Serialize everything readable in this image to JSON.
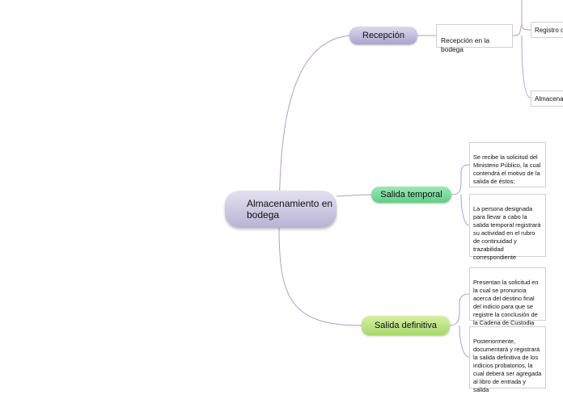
{
  "central": {
    "label": "Almacenamiento en bodega"
  },
  "topics": {
    "recepcion": {
      "label": "Recepción",
      "color": "#b7b1d4",
      "sub": "Recepción en la bodega",
      "sub_children": [
        "Registro c",
        "Almacena"
      ]
    },
    "salida_temporal": {
      "label": "Salida temporal",
      "color": "#6dd690",
      "items": [
        "Se recibe la solicitud del Ministerio Público, la cual contendrá el motivo de la salida de éstos;",
        "La persona designada para llevar a cabo la salida temporal registrará su actividad en el rubro de continuidad y trazabilidad correspondiente"
      ]
    },
    "salida_definitiva": {
      "label": "Salida definitiva",
      "color": "#b5de78",
      "items": [
        "Presentan la solicitud en la cual se pronuncia acerca del destino final del indicio para que se registre la conclusión de la Cadena de Custodia",
        "Posteriormente, documentará y registrará la salida definitiva de los indicios probatorios, la cual deberá ser agregada al libro de entrada y salida"
      ]
    }
  },
  "colors": {
    "connector": "#b39bd0",
    "box_border": "#cfcfcf"
  }
}
